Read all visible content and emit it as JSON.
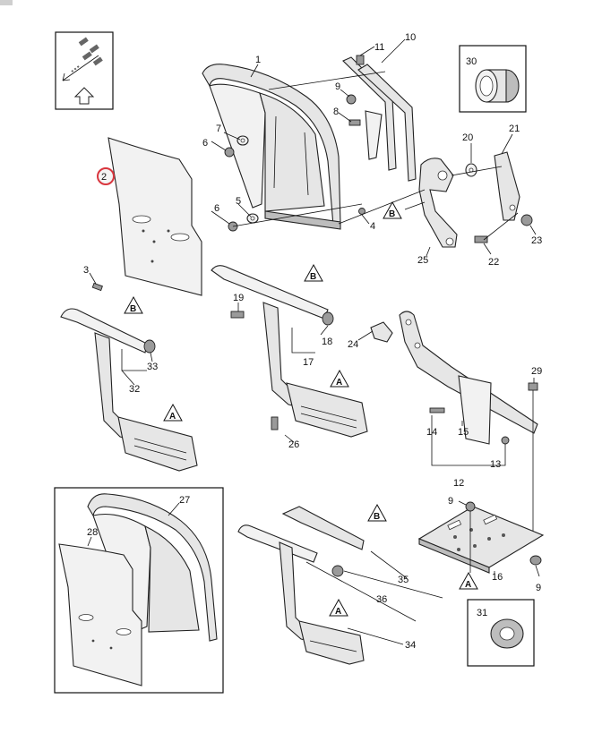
{
  "callouts": [
    {
      "id": "c1",
      "text": "1"
    },
    {
      "id": "c2",
      "text": "2"
    },
    {
      "id": "c3",
      "text": "3"
    },
    {
      "id": "c4",
      "text": "4"
    },
    {
      "id": "c5",
      "text": "5"
    },
    {
      "id": "c6a",
      "text": "6"
    },
    {
      "id": "c6b",
      "text": "6"
    },
    {
      "id": "c7",
      "text": "7"
    },
    {
      "id": "c8",
      "text": "8"
    },
    {
      "id": "c9a",
      "text": "9"
    },
    {
      "id": "c9b",
      "text": "9"
    },
    {
      "id": "c9c",
      "text": "9"
    },
    {
      "id": "c10",
      "text": "10"
    },
    {
      "id": "c11",
      "text": "11"
    },
    {
      "id": "c12",
      "text": "12"
    },
    {
      "id": "c13",
      "text": "13"
    },
    {
      "id": "c14",
      "text": "14"
    },
    {
      "id": "c15",
      "text": "15"
    },
    {
      "id": "c16",
      "text": "16"
    },
    {
      "id": "c17",
      "text": "17"
    },
    {
      "id": "c18",
      "text": "18"
    },
    {
      "id": "c19",
      "text": "19"
    },
    {
      "id": "c20",
      "text": "20"
    },
    {
      "id": "c21",
      "text": "21"
    },
    {
      "id": "c22",
      "text": "22"
    },
    {
      "id": "c23",
      "text": "23"
    },
    {
      "id": "c24",
      "text": "24"
    },
    {
      "id": "c25",
      "text": "25"
    },
    {
      "id": "c26",
      "text": "26"
    },
    {
      "id": "c27",
      "text": "27"
    },
    {
      "id": "c28",
      "text": "28"
    },
    {
      "id": "c29",
      "text": "29"
    },
    {
      "id": "c30",
      "text": "30"
    },
    {
      "id": "c31",
      "text": "31"
    },
    {
      "id": "c32",
      "text": "32"
    },
    {
      "id": "c33",
      "text": "33"
    },
    {
      "id": "c34",
      "text": "34"
    },
    {
      "id": "c35",
      "text": "35"
    },
    {
      "id": "c36",
      "text": "36"
    }
  ],
  "markers": {
    "a": "A",
    "b": "B"
  },
  "highlight_color": "#d9363e"
}
